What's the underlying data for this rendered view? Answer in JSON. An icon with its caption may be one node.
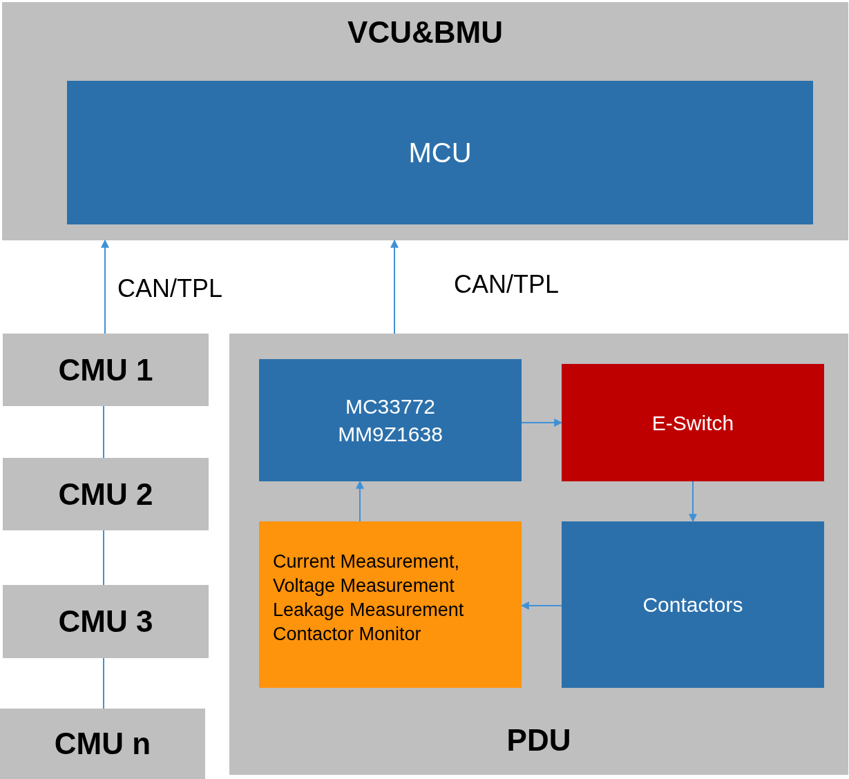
{
  "diagram": {
    "nodes": [
      {
        "text": [
          "VCU&BMU"
        ]
      },
      {
        "text": [
          "MCU"
        ],
        "in": 0
      },
      {
        "text": [
          "CMU 1"
        ]
      },
      {
        "text": [
          "CMU 2"
        ]
      },
      {
        "text": [
          "CMU 3"
        ]
      },
      {
        "text": [
          "CMU n"
        ]
      },
      {
        "text": [
          "PDU"
        ]
      },
      {
        "text": [
          "MC33772",
          "MM9Z1638"
        ],
        "in": 6
      },
      {
        "text": [
          "E-Switch"
        ],
        "in": 6
      },
      {
        "text": [
          "Current Measurement,",
          "Voltage Measurement",
          "Leakage Measurement",
          "Contactor Monitor"
        ],
        "in": 6
      },
      {
        "text": [
          "Contactors"
        ],
        "in": 6
      }
    ],
    "edges": [
      {
        "from": 2,
        "to": 0,
        "arrow": "to",
        "label": "CAN/TPL"
      },
      {
        "from": 6,
        "to": 0,
        "arrow": "to",
        "label": "CAN/TPL"
      },
      {
        "from": 2,
        "to": 3,
        "arrow": "none"
      },
      {
        "from": 3,
        "to": 4,
        "arrow": "none"
      },
      {
        "from": 4,
        "to": 5,
        "arrow": "none"
      },
      {
        "from": 7,
        "to": 8,
        "arrow": "to"
      },
      {
        "from": 8,
        "to": 10,
        "arrow": "to"
      },
      {
        "from": 9,
        "to": 7,
        "arrow": "to"
      },
      {
        "from": 10,
        "to": 9,
        "arrow": "to"
      }
    ]
  }
}
